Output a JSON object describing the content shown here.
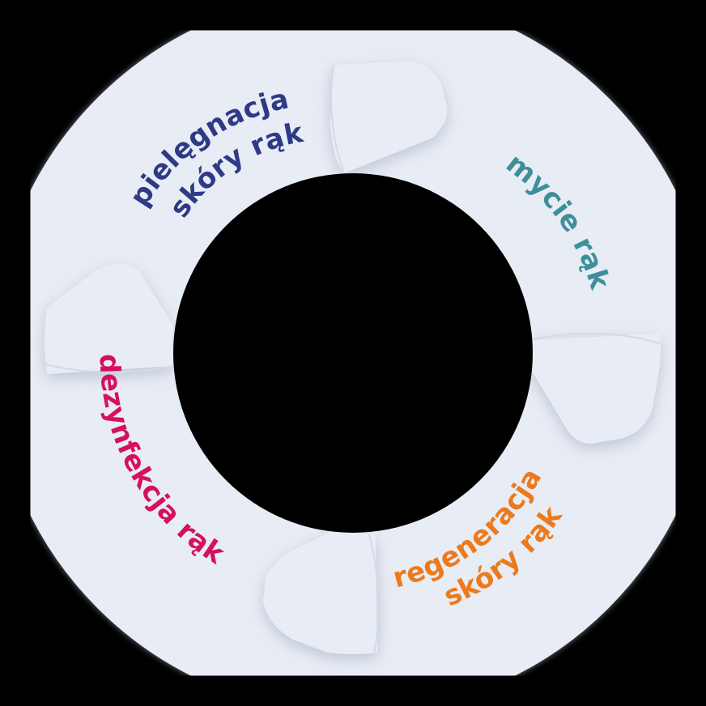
{
  "diagram": {
    "type": "cycle",
    "background": "#000000",
    "ring_color": "#e8ecf4",
    "segments": [
      {
        "id": "pielegnacja",
        "lines": [
          "pielęgnacja",
          "skóry rąk"
        ],
        "color": "#2e3a85"
      },
      {
        "id": "mycie",
        "lines": [
          "mycie rąk"
        ],
        "color": "#3d8f9a"
      },
      {
        "id": "regeneracja",
        "lines": [
          "regeneracja",
          "skóry rąk"
        ],
        "color": "#ec7a1c"
      },
      {
        "id": "dezynfekcja",
        "lines": [
          "dezynfekcja rąk"
        ],
        "color": "#d6105d"
      }
    ]
  }
}
